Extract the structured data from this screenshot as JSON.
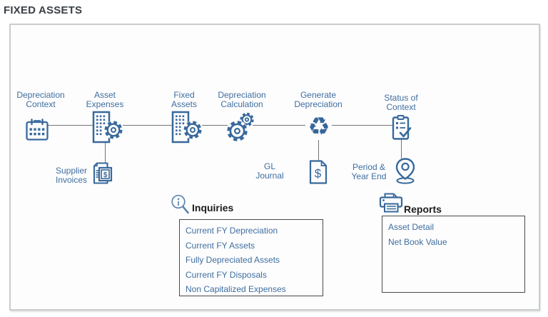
{
  "title": "FIXED ASSETS",
  "flow": {
    "nodes": [
      {
        "label": [
          "Depreciation",
          "Context"
        ],
        "icon": "calendar-icon"
      },
      {
        "label": [
          "Asset",
          "Expenses"
        ],
        "icon": "building-gear-icon"
      },
      {
        "label": [
          "Fixed",
          "Assets"
        ],
        "icon": "building-gear-icon"
      },
      {
        "label": [
          "Depreciation",
          "Calculation"
        ],
        "icon": "gears-icon"
      },
      {
        "label": [
          "Generate",
          "Depreciation"
        ],
        "icon": "recycle-icon"
      },
      {
        "label": [
          "Status of",
          "Context"
        ],
        "icon": "clipboard-check-icon"
      }
    ],
    "branches": [
      {
        "label": [
          "Supplier",
          "Invoices"
        ],
        "icon": "invoice-dollar-icon"
      },
      {
        "label": [
          "GL",
          "Journal"
        ],
        "icon": "dollar-document-icon"
      },
      {
        "label": [
          "Period &",
          "Year End"
        ],
        "icon": "map-pin-icon"
      }
    ],
    "recycle_glyph": "♻"
  },
  "inquiries": {
    "heading": "Inquiries",
    "icon": "magnifier-info-icon",
    "items": [
      "Current FY Depreciation",
      "Current FY Assets",
      "Fully Depreciated Assets",
      "Current FY Disposals",
      "Non Capitalized Expenses"
    ]
  },
  "reports": {
    "heading": "Reports",
    "icon": "printer-icon",
    "items": [
      "Asset Detail",
      "Net Book Value"
    ]
  },
  "colors": {
    "icon_stroke": "#38699b",
    "label_text": "#3f6e9e",
    "heading_text": "#1c1c1c",
    "connector": "#757575",
    "panel_border": "#c9cccf",
    "list_border": "#4a4a4a",
    "title_text": "#3a4046"
  }
}
